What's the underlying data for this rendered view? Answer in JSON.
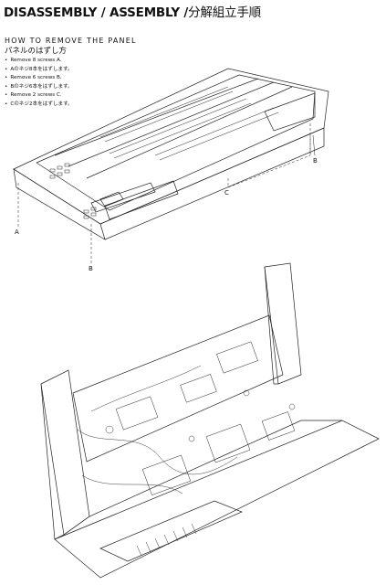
{
  "header": {
    "title_en": "DISASSEMBLY / ASSEMBLY /",
    "title_jp": "分解組立手順"
  },
  "section": {
    "title_en": "HOW TO REMOVE THE PANEL",
    "title_jp": "パネルのはずし方"
  },
  "steps": [
    "Remove 8 screws A.",
    "Aのネジ8本をはずします。",
    "Remove 6 screws B.",
    "Bのネジ6本をはずします。",
    "Remove 2 screws C.",
    "Cのネジ2本をはずします。"
  ],
  "callouts": {
    "a": "A",
    "b_left": "B",
    "b_right": "B",
    "c": "C"
  }
}
